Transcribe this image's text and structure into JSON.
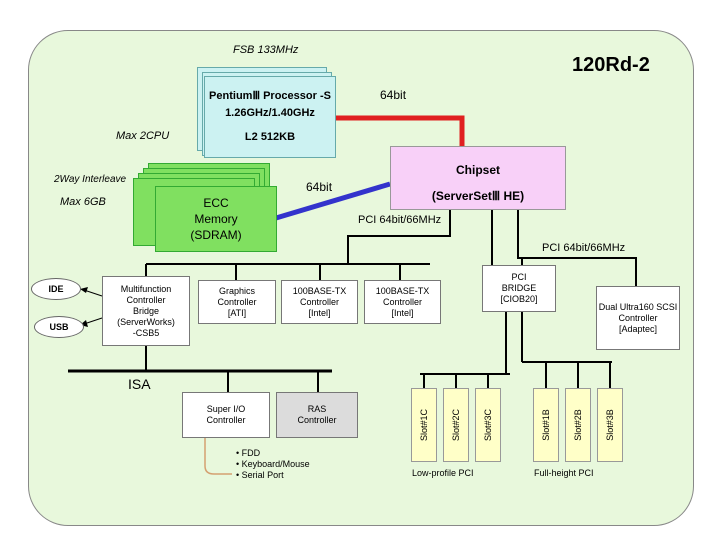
{
  "title": "120Rd-2",
  "fsb": "FSB 133MHz",
  "processor": {
    "name": "PentiumⅢ Processor -S",
    "speed": "1.26GHz/1.40GHz",
    "cache": "L2 512KB"
  },
  "max_cpu": "Max 2CPU",
  "bus_cpu": "64bit",
  "bus_mem": "64bit",
  "interleave": "2Way Interleave",
  "max_mem": "Max 6GB",
  "memory": {
    "line1": "ECC",
    "line2": "Memory",
    "line3": "(SDRAM)"
  },
  "chipset": {
    "line1": "Chipset",
    "line2": "(ServerSetⅢ HE)"
  },
  "pci_a": "PCI 64bit/66MHz",
  "pci_b": "PCI 64bit/66MHz",
  "pci_bridge": {
    "line1": "PCI",
    "line2": "BRIDGE",
    "line3": "[CIOB20]"
  },
  "multifunction": {
    "line1": "Multifunction",
    "line2": "Controller",
    "line3": "Bridge",
    "line4": "(ServerWorks)",
    "line5": "-CSB5"
  },
  "graphics": {
    "line1": "Graphics",
    "line2": "Controller",
    "line3": "[ATI]"
  },
  "lan1": {
    "line1": "100BASE-TX",
    "line2": "Controller",
    "line3": "[Intel]"
  },
  "lan2": {
    "line1": "100BASE-TX",
    "line2": "Controller",
    "line3": "[Intel]"
  },
  "scsi": {
    "line1": "Dual Ultra160 SCSI",
    "line2": "Controller",
    "line3": "[Adaptec]"
  },
  "ide": "IDE",
  "usb": "USB",
  "isa": "ISA",
  "superio": {
    "line1": "Super I/O",
    "line2": "Controller"
  },
  "ras": {
    "line1": "RAS",
    "line2": "Controller"
  },
  "io_items": [
    "• FDD",
    "• Keyboard/Mouse",
    "• Serial Port"
  ],
  "slots_low": [
    "Slot#1C",
    "Slot#2C",
    "Slot#3C"
  ],
  "slots_full": [
    "Slot#1B",
    "Slot#2B",
    "Slot#3B"
  ],
  "low_profile_label": "Low-profile PCI",
  "full_height_label": "Full-height PCI",
  "colors": {
    "background": "#e8f8dc",
    "cpu_link": "#e02020",
    "mem_link": "#3333cc",
    "chipset": "#f8d0f8",
    "memory": "#80e060",
    "processor": "#ccf2f2",
    "slot": "#ffffc8"
  }
}
